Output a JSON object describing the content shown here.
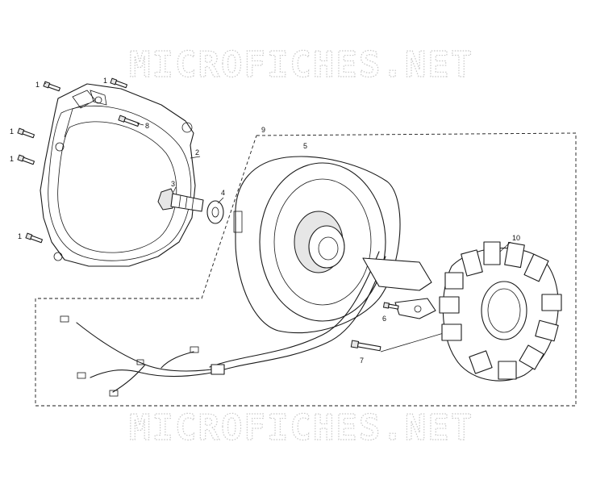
{
  "watermark": {
    "text": "MICROFICHES.NET"
  },
  "callouts": {
    "bolts_cover": "1",
    "cover": "2",
    "bolt_flywheel": "3",
    "washer": "4",
    "flywheel": "5",
    "screw_bracket": "6",
    "screw_stator": "7",
    "stud": "8",
    "assembly": "9",
    "stator": "10"
  }
}
